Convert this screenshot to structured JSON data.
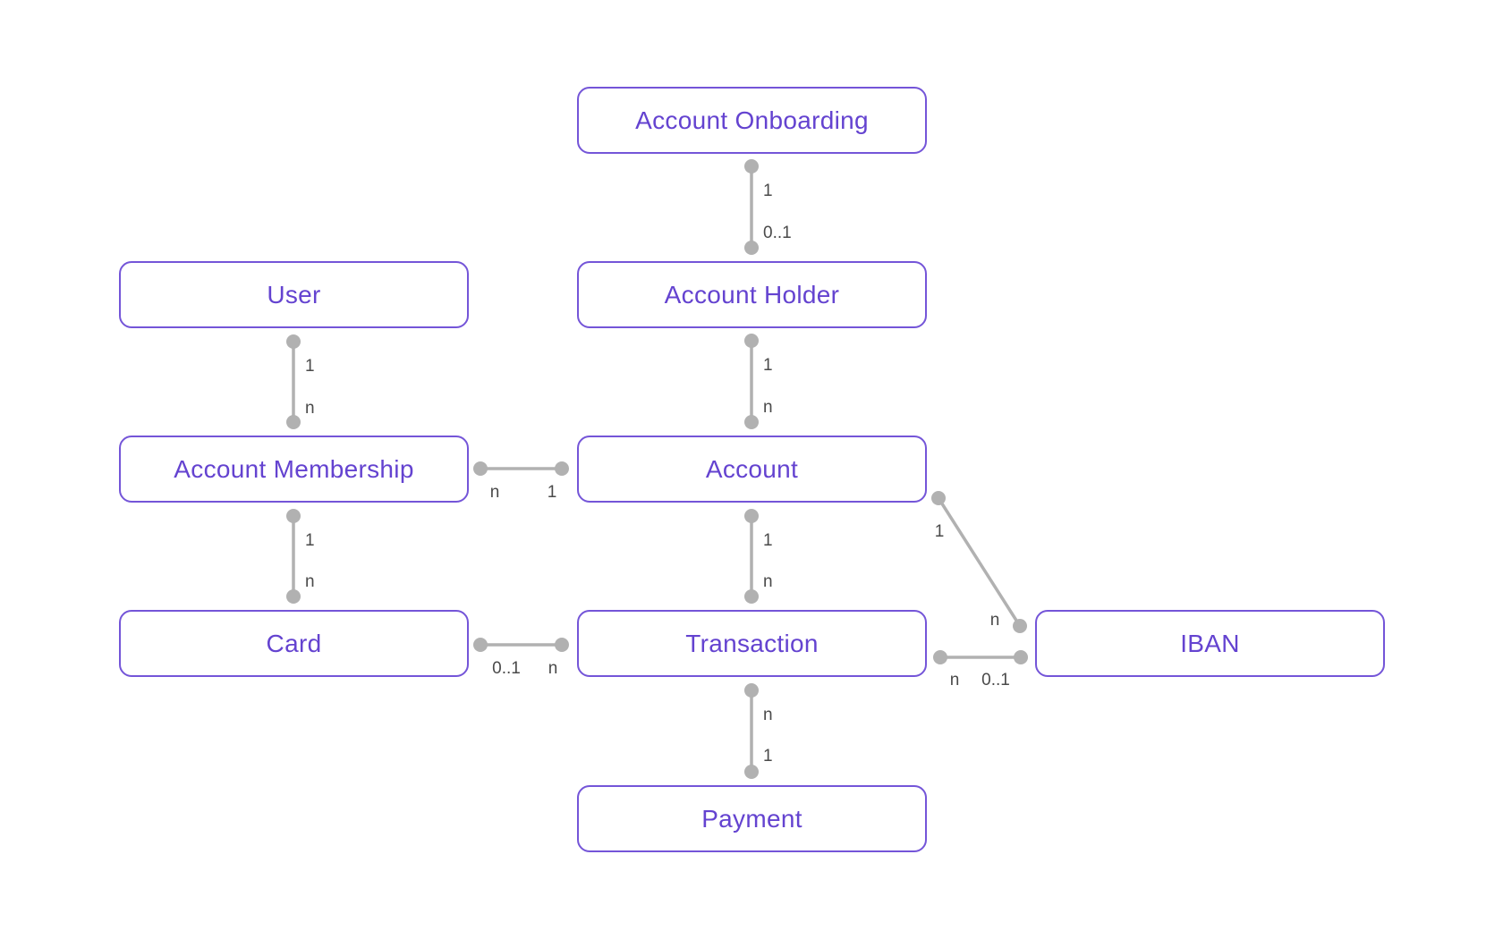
{
  "diagram": {
    "kind": "entity-relationship",
    "background": "#ffffff"
  },
  "colors": {
    "entity_border": "#7455d8",
    "entity_text": "#6443d0",
    "connector": "#b1b1b1",
    "cardinality_text": "#4a4a4a"
  },
  "entities": [
    {
      "label": "Account Onboarding"
    },
    {
      "label": "User"
    },
    {
      "label": "Account Holder"
    },
    {
      "label": "Account Membership"
    },
    {
      "label": "Account"
    },
    {
      "label": "Card"
    },
    {
      "label": "Transaction"
    },
    {
      "label": "IBAN"
    },
    {
      "label": "Payment"
    }
  ],
  "relationships": [
    {
      "from": "Account Onboarding",
      "to": "Account Holder",
      "from_card": "1",
      "to_card": "0..1"
    },
    {
      "from": "User",
      "to": "Account Membership",
      "from_card": "1",
      "to_card": "n"
    },
    {
      "from": "Account Holder",
      "to": "Account",
      "from_card": "1",
      "to_card": "n"
    },
    {
      "from": "Account Membership",
      "to": "Account",
      "from_card": "n",
      "to_card": "1"
    },
    {
      "from": "Account Membership",
      "to": "Card",
      "from_card": "1",
      "to_card": "n"
    },
    {
      "from": "Account",
      "to": "Transaction",
      "from_card": "1",
      "to_card": "n"
    },
    {
      "from": "Card",
      "to": "Transaction",
      "from_card": "0..1",
      "to_card": "n"
    },
    {
      "from": "Account",
      "to": "IBAN",
      "from_card": "1",
      "to_card": "n"
    },
    {
      "from": "Transaction",
      "to": "IBAN",
      "from_card": "n",
      "to_card": "0..1"
    },
    {
      "from": "Transaction",
      "to": "Payment",
      "from_card": "n",
      "to_card": "1"
    }
  ]
}
